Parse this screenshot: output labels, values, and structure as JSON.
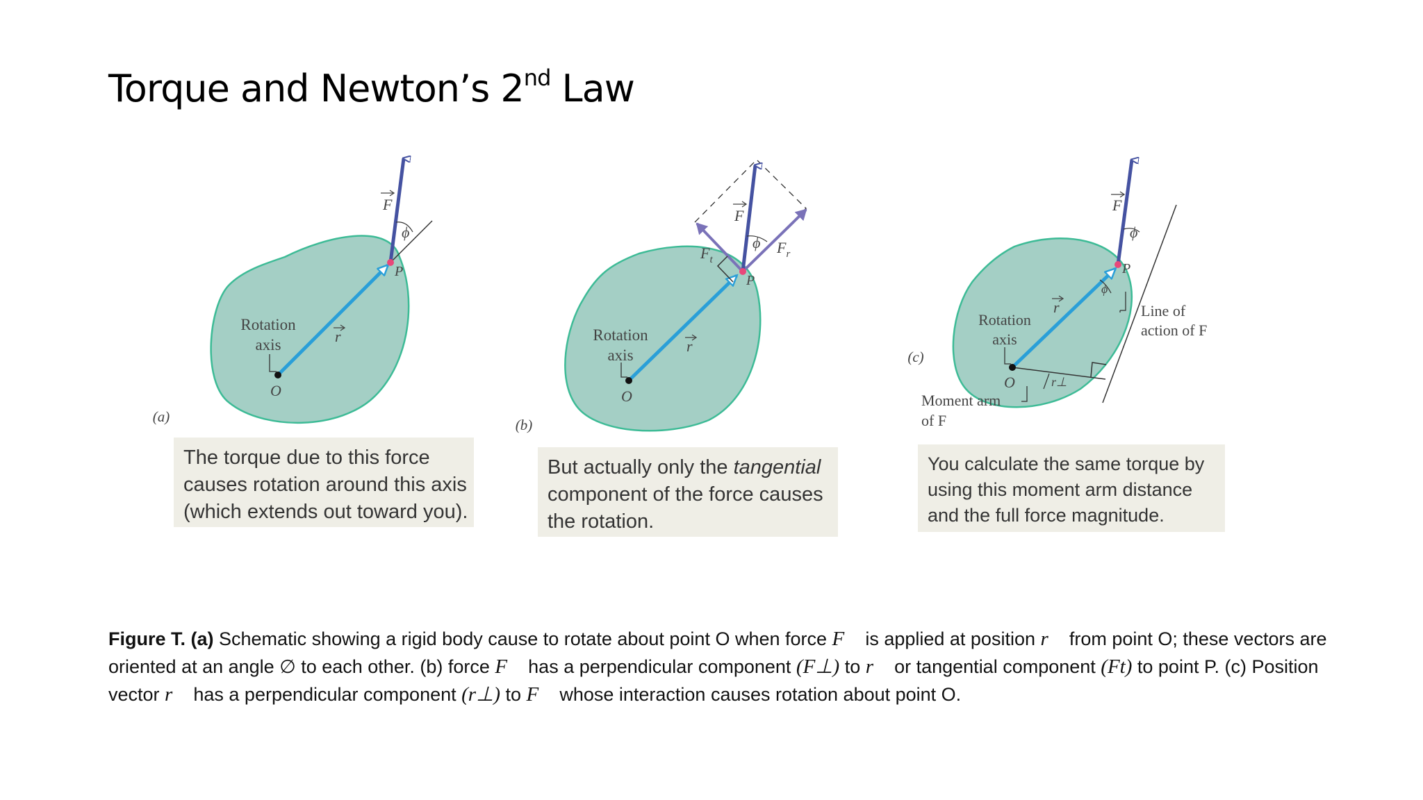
{
  "title": {
    "main": "Torque and Newton’s 2",
    "sup": "nd",
    "tail": " Law"
  },
  "panels": {
    "a": {
      "panel_label": "(a)",
      "rotation_axis": [
        "Rotation",
        "axis"
      ],
      "origin": "O",
      "point": "P",
      "force": "F",
      "radius": "r",
      "angle": "ϕ",
      "callout": [
        "The torque due to this force",
        "causes rotation around this axis",
        "(which extends out toward you)."
      ]
    },
    "b": {
      "panel_label": "(b)",
      "rotation_axis": [
        "Rotation",
        "axis"
      ],
      "origin": "O",
      "point": "P",
      "force": "F",
      "radius": "r",
      "angle": "ϕ",
      "tangential": "F",
      "tangential_sub": "t",
      "radial": "F",
      "radial_sub": "r",
      "callout": {
        "line1_a": "But actually only the ",
        "line1_b": "tangential",
        "line2": "component of the force causes",
        "line3": "the rotation."
      }
    },
    "c": {
      "panel_label": "(c)",
      "rotation_axis": [
        "Rotation",
        "axis"
      ],
      "origin": "O",
      "point": "P",
      "force": "F",
      "radius": "r",
      "angle": "ϕ",
      "r_perp": "r⊥",
      "line_of_action": [
        "Line of",
        "action of F"
      ],
      "moment_arm": [
        "Moment arm",
        "of F"
      ],
      "callout": [
        "You calculate the same torque by",
        "using this moment arm distance",
        "and the full force magnitude."
      ]
    }
  },
  "caption": {
    "label": "Figure T. (a)",
    "l1_a": " Schematic showing a rigid body cause to rotate about point O when force ",
    "l1_b": " is applied at  position ",
    "l1_c": "  from point O; these vectors are",
    "l2_a": "oriented at an angle ∅ to each other. (b) force ",
    "l2_b": " has a perpendicular component ",
    "l2_c": " to ",
    "l2_d": "  or tangential component ",
    "l2_e": " to point P. (c) Position",
    "l3_a": "vector ",
    "l3_b": "  has a perpendicular component ",
    "l3_c": " to ",
    "l3_d": " whose interaction causes rotation about point O.",
    "sym_F": "F⃗",
    "sym_r": "r⃗",
    "sym_Fperp": "(F⊥)",
    "sym_Ft": "(Ft)",
    "sym_rperp": "(r⊥)"
  },
  "colors": {
    "body_fill": "#a4cfc5",
    "body_stroke": "#3dbb96",
    "r_vector": "#2a9fd8",
    "force": "#4552a1",
    "components": "#7a72b8",
    "point": "#e8477a",
    "callout_bg": "#efeee6"
  }
}
